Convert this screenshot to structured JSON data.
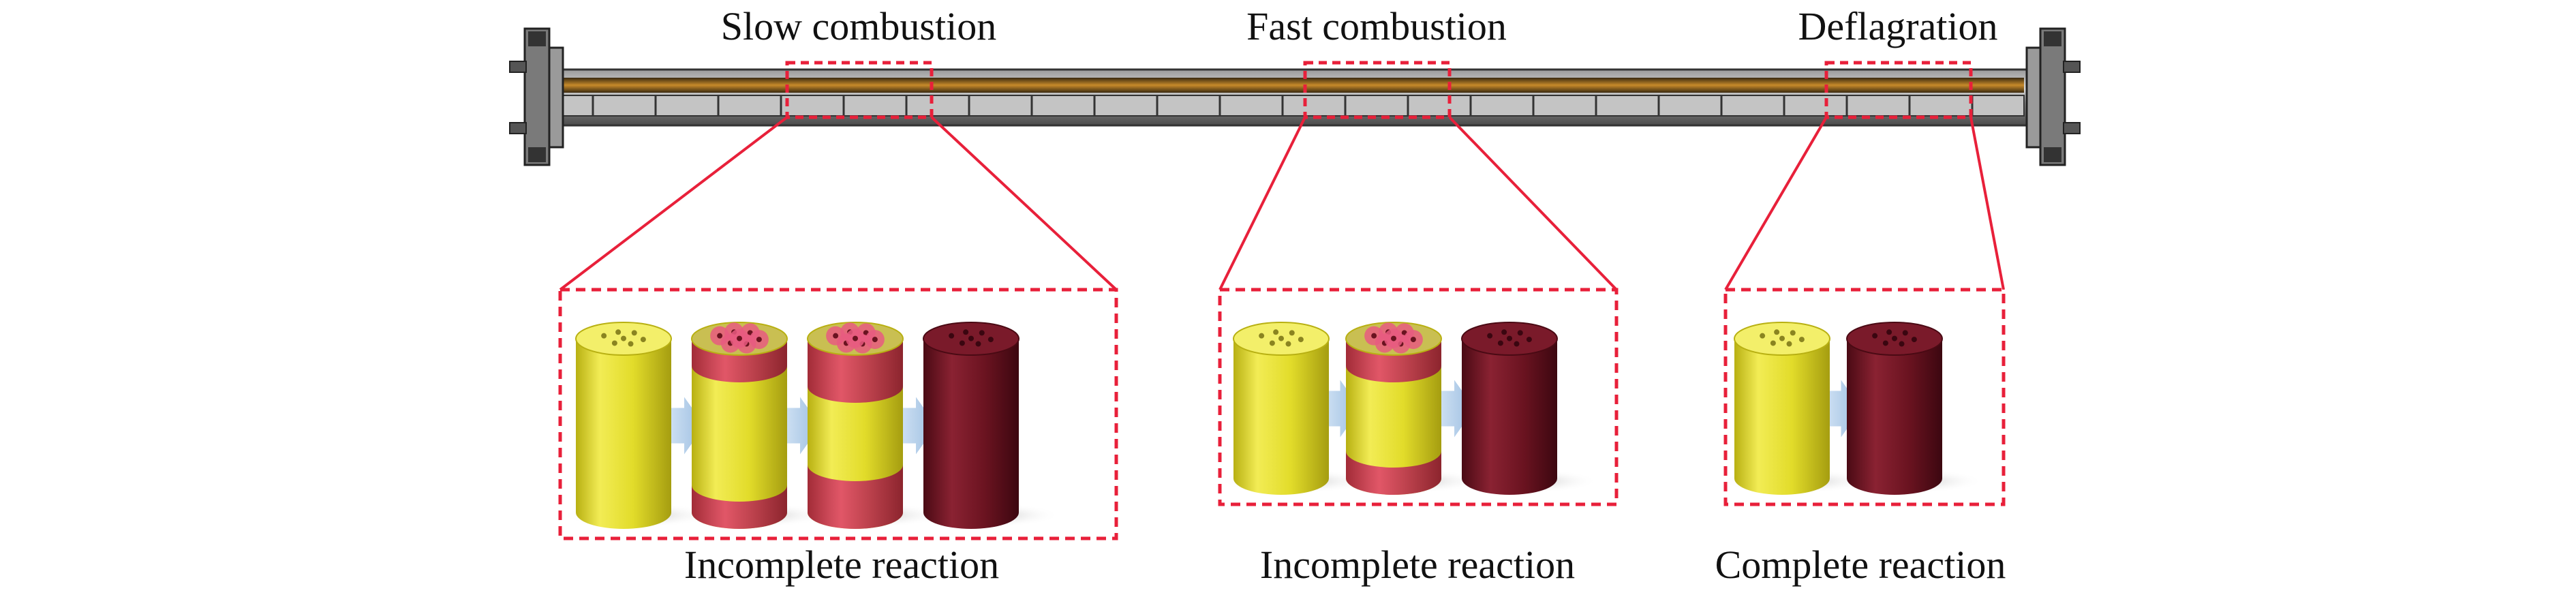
{
  "stages": [
    {
      "title": "Slow combustion",
      "result": "Incomplete reaction",
      "cylinders": [
        "pristine",
        "early",
        "partial",
        "reacted"
      ]
    },
    {
      "title": "Fast combustion",
      "result": "Incomplete reaction",
      "cylinders": [
        "pristine",
        "early",
        "reacted"
      ]
    },
    {
      "title": "Deflagration",
      "result": "Complete reaction",
      "cylinders": [
        "pristine",
        "reacted"
      ]
    }
  ],
  "colors": {
    "highlight_box": "#e8203a",
    "cylinder_unreacted": "#e2dc2a",
    "cylinder_reacted": "#6a1320",
    "arrow": "#a9c7e6",
    "tube": "#6e6e6e"
  }
}
